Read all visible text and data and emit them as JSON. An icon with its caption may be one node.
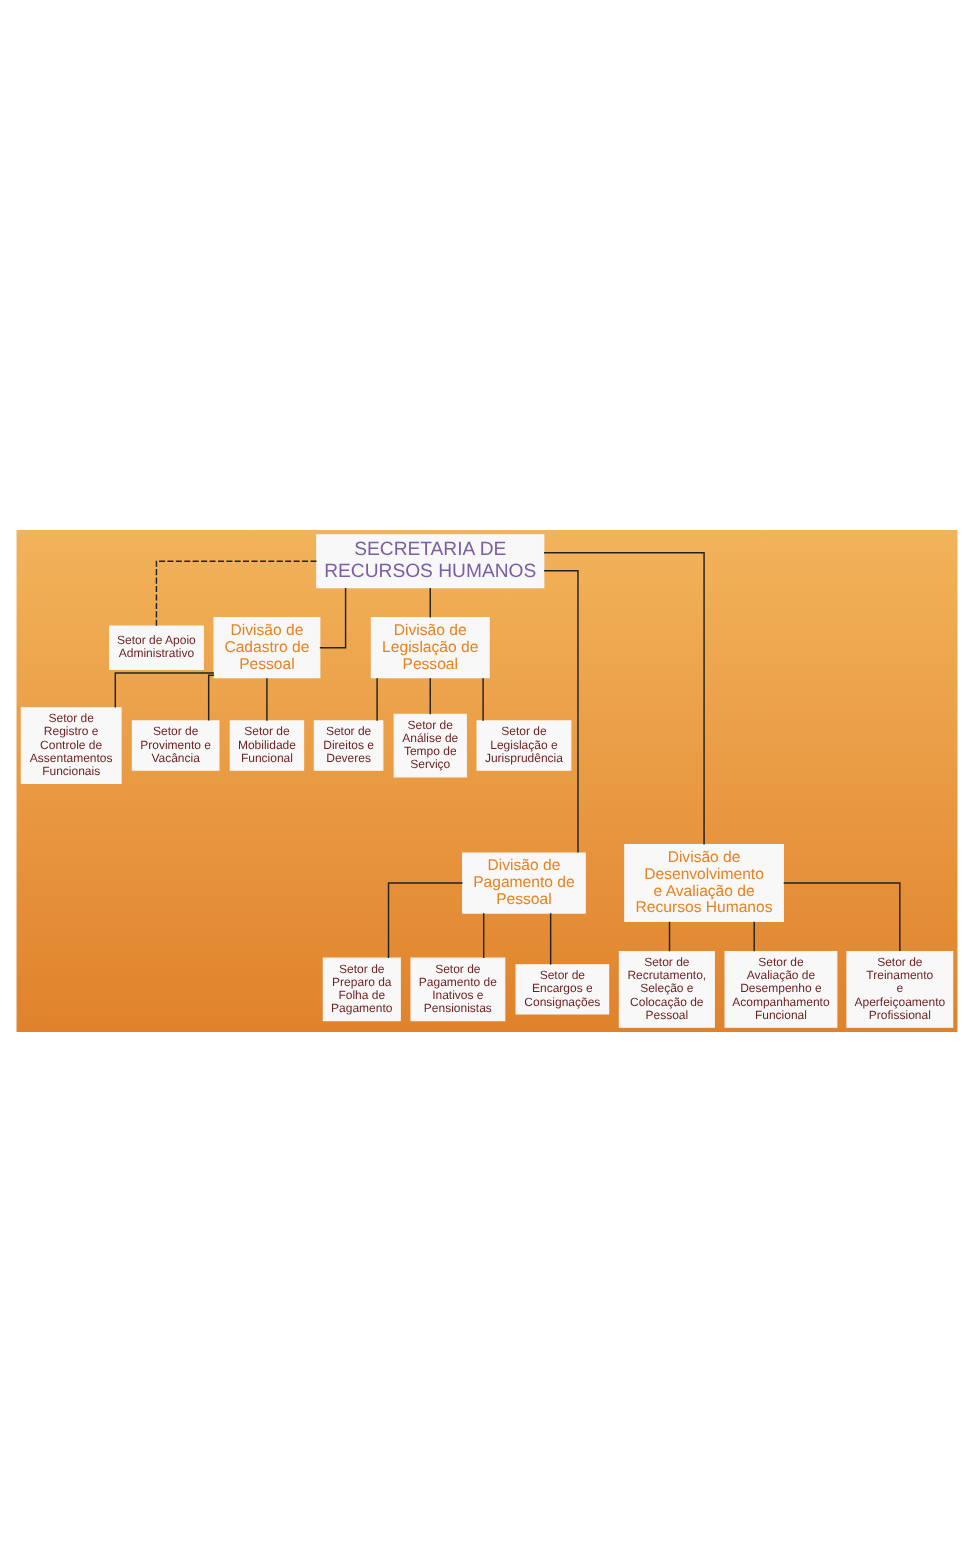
{
  "diagram": {
    "nodes": [
      {
        "text": [
          "SECRETARIA DE RECURSOS HUMANOS"
        ]
      },
      {
        "text": [
          "Setor de Apoio Administrativo"
        ]
      },
      {
        "text": [
          "Divisão de Cadastro de Pessoal"
        ]
      },
      {
        "text": [
          "Divisão de Legislação de Pessoal"
        ]
      },
      {
        "text": [
          "Divisão de Pagamento de Pessoal"
        ]
      },
      {
        "text": [
          "Divisão de Desenvolvimento e Avaliação de Recursos Humanos"
        ]
      },
      {
        "text": [
          "Setor de Registro e Controle de Assentamentos Funcionais"
        ]
      },
      {
        "text": [
          "Setor de Provimento e Vacância"
        ]
      },
      {
        "text": [
          "Setor de Mobilidade Funcional"
        ]
      },
      {
        "text": [
          "Setor de Direitos e Deveres"
        ]
      },
      {
        "text": [
          "Setor de Análise de Tempo de Serviço"
        ]
      },
      {
        "text": [
          "Setor de Legislação e Jurisprudência"
        ]
      },
      {
        "text": [
          "Setor de Preparo da Folha de Pagamento"
        ]
      },
      {
        "text": [
          "Setor de Pagamento de Inativos e Pensionistas"
        ]
      },
      {
        "text": [
          "Setor de Encargos e Consignações"
        ]
      },
      {
        "text": [
          "Setor de Recrutamento, Seleção e Colocação de Pessoal"
        ]
      },
      {
        "text": [
          "Setor de Avaliação de Desempenho e Acompanhamento Funcional"
        ]
      },
      {
        "text": [
          "Setor de Treinamento e Aperfeiçoamento Profissional"
        ]
      }
    ],
    "edges": [
      {
        "from": 0,
        "to": 1,
        "arrow": "none",
        "style": "dashed"
      },
      {
        "from": 0,
        "to": 2,
        "arrow": "none"
      },
      {
        "from": 0,
        "to": 3,
        "arrow": "none"
      },
      {
        "from": 0,
        "to": 4,
        "arrow": "none"
      },
      {
        "from": 0,
        "to": 5,
        "arrow": "none"
      },
      {
        "from": 2,
        "to": 6,
        "arrow": "none"
      },
      {
        "from": 2,
        "to": 7,
        "arrow": "none"
      },
      {
        "from": 2,
        "to": 8,
        "arrow": "none"
      },
      {
        "from": 3,
        "to": 9,
        "arrow": "none"
      },
      {
        "from": 3,
        "to": 10,
        "arrow": "none"
      },
      {
        "from": 3,
        "to": 11,
        "arrow": "none"
      },
      {
        "from": 4,
        "to": 12,
        "arrow": "none"
      },
      {
        "from": 4,
        "to": 13,
        "arrow": "none"
      },
      {
        "from": 4,
        "to": 14,
        "arrow": "none"
      },
      {
        "from": 5,
        "to": 15,
        "arrow": "none"
      },
      {
        "from": 5,
        "to": 16,
        "arrow": "none"
      },
      {
        "from": 5,
        "to": 17,
        "arrow": "none"
      }
    ]
  }
}
